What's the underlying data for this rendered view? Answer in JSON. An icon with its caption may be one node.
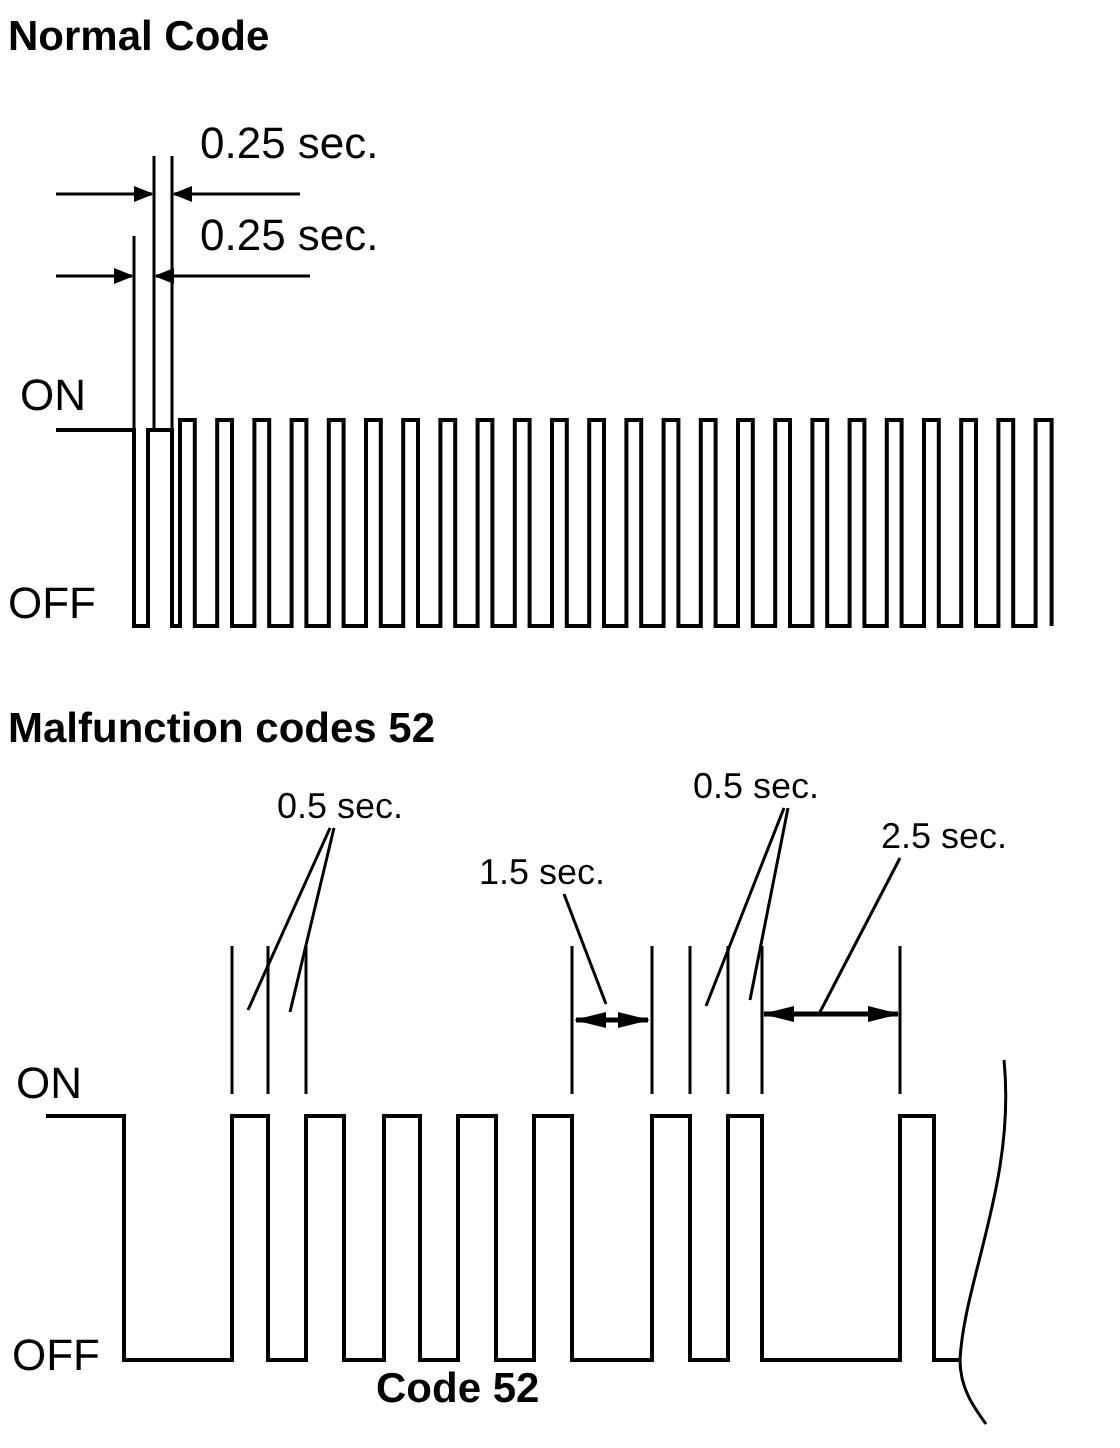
{
  "diagram": {
    "nodes": [
      {
        "text": [
          "0.5 sec."
        ]
      },
      {
        "text": [
          "1.5 sec."
        ]
      },
      {
        "text": [
          "0.5 sec."
        ]
      },
      {
        "text": [
          "2.5 sec."
        ]
      }
    ],
    "edges": [
      {
        "from": 0,
        "to": null,
        "arrow": "none"
      },
      {
        "from": 0,
        "to": null,
        "arrow": "none"
      },
      {
        "from": 1,
        "to": null,
        "arrow": "none"
      },
      {
        "from": 2,
        "to": null,
        "arrow": "none"
      },
      {
        "from": 2,
        "to": null,
        "arrow": "none"
      },
      {
        "from": 3,
        "to": null,
        "arrow": "none"
      }
    ],
    "labels": [
      "Normal Code",
      "0.25 sec.",
      "0.25 sec.",
      "ON",
      "OFF",
      "Malfunction codes 52",
      "ON",
      "OFF",
      "Code 52"
    ]
  }
}
